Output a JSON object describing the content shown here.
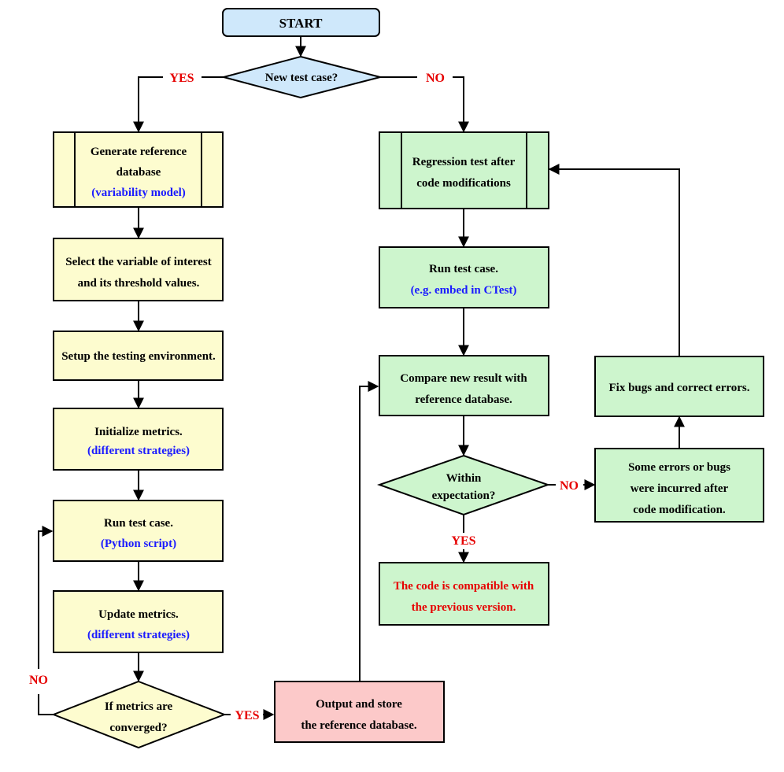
{
  "colors": {
    "start_fill": "#cfe8fb",
    "yellow_fill": "#fdfccf",
    "green_fill": "#cdf5cd",
    "pink_fill": "#fcc9c9",
    "blue_text": "#1a1aff",
    "red_text": "#e60000"
  },
  "start": {
    "label": "START"
  },
  "new_test_case": {
    "label": "New test case?"
  },
  "yes_left": "YES",
  "no_right": "NO",
  "generate_reference": {
    "line1": "Generate reference",
    "line2": "database",
    "note": "(variability model)"
  },
  "select_variable": {
    "line1": "Select the variable of interest",
    "line2": "and its threshold values."
  },
  "setup_env": {
    "line1": "Setup the testing environment."
  },
  "init_metrics": {
    "line1": "Initialize metrics.",
    "note": "(different  strategies)"
  },
  "run_test_left": {
    "line1": "Run test case.",
    "note": "(Python script)"
  },
  "update_metrics": {
    "line1": "Update metrics.",
    "note": "(different strategies)"
  },
  "metrics_converged": {
    "line1": "If metrics are",
    "line2": "converged?"
  },
  "no_loop": "NO",
  "yes_output": "YES",
  "output_store": {
    "line1": "Output and store",
    "line2": "the reference database."
  },
  "regression_test": {
    "line1": "Regression test after",
    "line2": "code modifications"
  },
  "run_test_right": {
    "line1": "Run test case.",
    "note": "(e.g. embed in CTest)"
  },
  "compare_result": {
    "line1": "Compare new result with",
    "line2": "reference database."
  },
  "within_expectation": {
    "line1": "Within",
    "line2": "expectation?"
  },
  "no_errors": "NO",
  "yes_compatible": "YES",
  "compatible": {
    "line1": "The code is compatible with",
    "line2": "the previous version."
  },
  "errors_incurred": {
    "line1": "Some errors or bugs",
    "line2": "were incurred after",
    "line3": "code modification."
  },
  "fix_bugs": {
    "line1": "Fix bugs and correct errors."
  }
}
